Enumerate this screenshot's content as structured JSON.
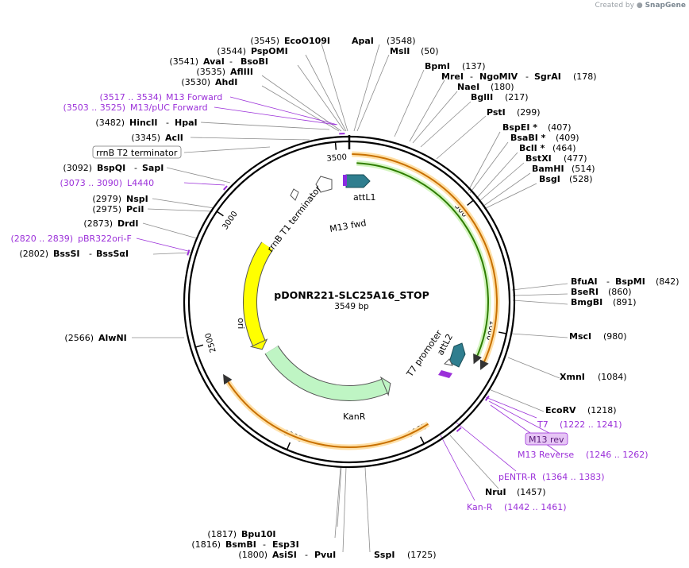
{
  "credit": {
    "prefix": "Created by",
    "brand": "SnapGene"
  },
  "plasmid": {
    "name": "pDONR221-SLC25A16_STOP",
    "length_label": "3549 bp",
    "length": 3549
  },
  "ticks": [
    {
      "label": "500",
      "pos": 500
    },
    {
      "label": "1000",
      "pos": 1000
    },
    {
      "label": "1500",
      "pos": 1500
    },
    {
      "label": "2000",
      "pos": 2000
    },
    {
      "label": "2500",
      "pos": 2500
    },
    {
      "label": "3000",
      "pos": 3000
    },
    {
      "label": "3500",
      "pos": 3500
    }
  ],
  "features": [
    {
      "name": "attL1",
      "type": "misc",
      "start": 0,
      "end": 100,
      "color": "#2f7e8f"
    },
    {
      "name": "M13 fwd",
      "type": "primer",
      "start": 3525,
      "end": 3545,
      "color": "#8a2be2"
    },
    {
      "name": "attL2",
      "type": "misc",
      "start": 1120,
      "end": 1220,
      "color": "#2f7e8f"
    },
    {
      "name": "T7 promoter",
      "type": "promoter",
      "start": 1222,
      "end": 1241,
      "color": "#ffffff"
    },
    {
      "name": "KanR",
      "type": "cds",
      "start": 1550,
      "end": 2350,
      "color": "#bff5c4"
    },
    {
      "name": "ori",
      "type": "rep",
      "start": 2420,
      "end": 3000,
      "color": "#ffff00"
    },
    {
      "name": "rrnB T1 terminator",
      "type": "terminator",
      "start": 3250,
      "end": 3330,
      "color": "#ffffff"
    },
    {
      "name": "rrnB T2 terminator",
      "type": "terminator",
      "start": 3180,
      "end": 3210,
      "color": "#ffffff"
    }
  ],
  "arcs": [
    {
      "type": "green",
      "start": 30,
      "end": 1130
    },
    {
      "type": "orange",
      "start": 10,
      "end": 1140
    },
    {
      "type": "orange",
      "start": 1450,
      "end": 2350
    }
  ],
  "labels_left": [
    {
      "pos": "(3545)",
      "name": "EcoO109I",
      "extra": ""
    },
    {
      "pos": "(3544)",
      "name": "PspOMI",
      "extra": ""
    },
    {
      "pos": "(3541)",
      "name": "AvaI",
      "extra": "BsoBI"
    },
    {
      "pos": "(3535)",
      "name": "AflIII",
      "extra": ""
    },
    {
      "pos": "(3530)",
      "name": "AhdI",
      "extra": ""
    },
    {
      "pos": "(3517 .. 3534)",
      "name": "M13 Forward",
      "extra": "",
      "primer": true
    },
    {
      "pos": "(3503 .. 3525)",
      "name": "M13/pUC Forward",
      "extra": "",
      "primer": true
    },
    {
      "pos": "(3482)",
      "name": "HincII",
      "extra": "HpaI"
    },
    {
      "pos": "(3345)",
      "name": "AclI",
      "extra": ""
    },
    {
      "pos": "",
      "name": "rrnB T2 terminator",
      "extra": "",
      "boxed": true
    },
    {
      "pos": "(3092)",
      "name": "BspQI",
      "extra": "SapI"
    },
    {
      "pos": "(3073 .. 3090)",
      "name": "L4440",
      "extra": "",
      "primer": true
    },
    {
      "pos": "(2979)",
      "name": "NspI",
      "extra": ""
    },
    {
      "pos": "(2975)",
      "name": "PciI",
      "extra": ""
    },
    {
      "pos": "(2873)",
      "name": "DrdI",
      "extra": ""
    },
    {
      "pos": "(2820 .. 2839)",
      "name": "pBR322ori-F",
      "extra": "",
      "primer": true
    },
    {
      "pos": "(2802)",
      "name": "BssSI",
      "extra": "BssSαI"
    },
    {
      "pos": "(2566)",
      "name": "AlwNI",
      "extra": ""
    }
  ],
  "labels_right": [
    {
      "pos": "(3548)",
      "name": "ApaI",
      "extra": ""
    },
    {
      "pos": "(50)",
      "name": "MslI",
      "extra": ""
    },
    {
      "pos": "(137)",
      "name": "BpmI",
      "extra": ""
    },
    {
      "pos": "(178)",
      "name": "MreI",
      "extra": "NgoMIV",
      "extra2": "SgrAI"
    },
    {
      "pos": "(180)",
      "name": "NaeI",
      "extra": ""
    },
    {
      "pos": "(217)",
      "name": "BglII",
      "extra": ""
    },
    {
      "pos": "(299)",
      "name": "PstI",
      "extra": ""
    },
    {
      "pos": "(407)",
      "name": "BspEI *",
      "extra": ""
    },
    {
      "pos": "(409)",
      "name": "BsaBI *",
      "extra": ""
    },
    {
      "pos": "(464)",
      "name": "BclI *",
      "extra": ""
    },
    {
      "pos": "(477)",
      "name": "BstXI",
      "extra": ""
    },
    {
      "pos": "(514)",
      "name": "BamHI",
      "extra": ""
    },
    {
      "pos": "(528)",
      "name": "BsgI",
      "extra": ""
    },
    {
      "pos": "(842)",
      "name": "BfuAI",
      "extra": "BspMI"
    },
    {
      "pos": "(860)",
      "name": "BseRI",
      "extra": ""
    },
    {
      "pos": "(891)",
      "name": "BmgBI",
      "extra": ""
    },
    {
      "pos": "(980)",
      "name": "MscI",
      "extra": ""
    },
    {
      "pos": "(1084)",
      "name": "XmnI",
      "extra": ""
    },
    {
      "pos": "(1218)",
      "name": "EcoRV",
      "extra": ""
    },
    {
      "pos": "(1222 .. 1241)",
      "name": "T7",
      "extra": "",
      "primer": true
    },
    {
      "pos": "",
      "name": "M13 rev",
      "extra": "",
      "boxed_purple": true
    },
    {
      "pos": "(1246 .. 1262)",
      "name": "M13 Reverse",
      "extra": "",
      "primer": true
    },
    {
      "pos": "(1364 .. 1383)",
      "name": "pENTR-R",
      "extra": "",
      "primer": true
    },
    {
      "pos": "(1457)",
      "name": "NruI",
      "extra": ""
    },
    {
      "pos": "(1442 .. 1461)",
      "name": "Kan-R",
      "extra": "",
      "primer": true
    }
  ],
  "labels_bottom": [
    {
      "pos": "(1817)",
      "name": "Bpu10I",
      "extra": ""
    },
    {
      "pos": "(1816)",
      "name": "BsmBI",
      "extra": "Esp3I"
    },
    {
      "pos": "(1800)",
      "name": "AsiSI",
      "extra": "PvuI"
    },
    {
      "pos": "(1725)",
      "name": "SspI",
      "extra": ""
    }
  ],
  "colors": {
    "primer": "#9b30d9",
    "enzyme": "#000000",
    "line": "#8c8c8c"
  }
}
